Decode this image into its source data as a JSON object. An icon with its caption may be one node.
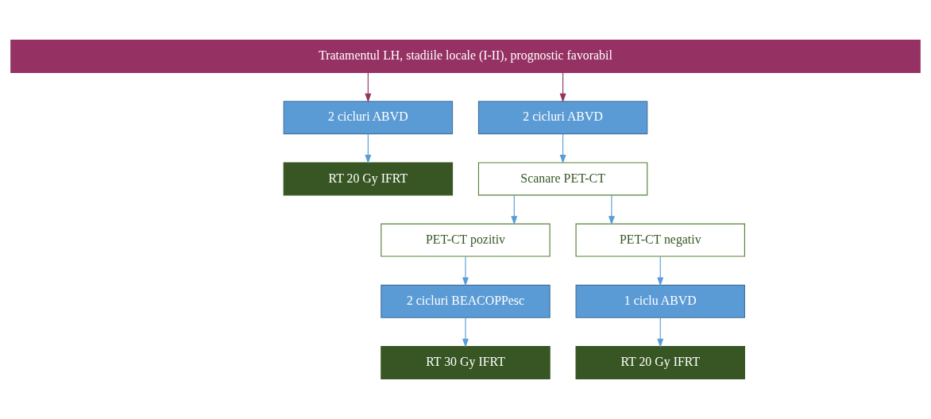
{
  "diagram": {
    "nodes": [
      {
        "text": [
          "Tratamentul LH, stadiile locale (I-II), prognostic favorabil"
        ]
      },
      {
        "text": [
          "2 cicluri ABVD"
        ]
      },
      {
        "text": [
          "RT 20 Gy IFRT"
        ]
      },
      {
        "text": [
          "2 cicluri ABVD"
        ]
      },
      {
        "text": [
          "Scanare PET-CT"
        ]
      },
      {
        "text": [
          "PET-CT pozitiv"
        ]
      },
      {
        "text": [
          "PET-CT negativ"
        ]
      },
      {
        "text": [
          "2 cicluri BEACOPPesc"
        ]
      },
      {
        "text": [
          "1 ciclu ABVD"
        ]
      },
      {
        "text": [
          "RT 30 Gy IFRT"
        ]
      },
      {
        "text": [
          "RT 20 Gy IFRT"
        ]
      }
    ],
    "edges": [
      {
        "from": 0,
        "to": 1,
        "arrow": "to",
        "color": "#953163"
      },
      {
        "from": 0,
        "to": 3,
        "arrow": "to",
        "color": "#953163"
      },
      {
        "from": 1,
        "to": 2,
        "arrow": "to"
      },
      {
        "from": 3,
        "to": 4,
        "arrow": "to"
      },
      {
        "from": 4,
        "to": 5,
        "arrow": "to"
      },
      {
        "from": 4,
        "to": 6,
        "arrow": "to"
      },
      {
        "from": 5,
        "to": 7,
        "arrow": "to"
      },
      {
        "from": 6,
        "to": 8,
        "arrow": "to"
      },
      {
        "from": 7,
        "to": 9,
        "arrow": "to"
      },
      {
        "from": 8,
        "to": 10,
        "arrow": "to"
      }
    ]
  }
}
